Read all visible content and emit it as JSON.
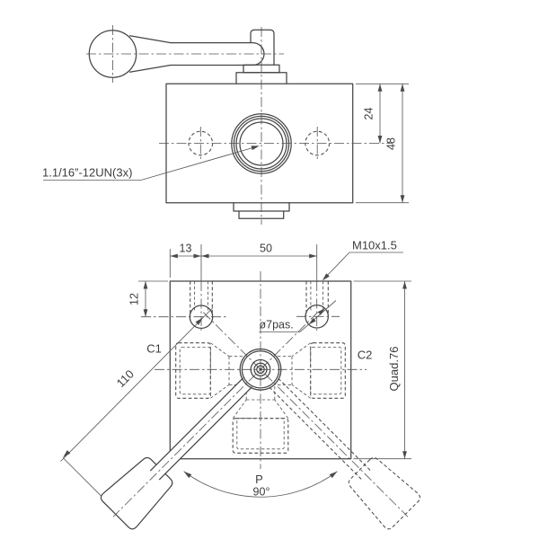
{
  "drawing": {
    "front_view": {
      "thread_callout": "1.1/16”-12UN(3x)",
      "dim_center_from_top": "24",
      "dim_height": "48"
    },
    "bottom_view": {
      "dim_hole_edge_offset": "13",
      "dim_hole_spacing": "50",
      "dim_hole_depth_offset": "12",
      "mount_thread_callout": "M10x1.5",
      "through_hole_callout": "ø7pas.",
      "port_left_label": "C1",
      "port_right_label": "C2",
      "port_bottom_label": "P",
      "dim_square": "Quad.76",
      "dim_lever_length": "110",
      "dim_swing_angle": "90°"
    },
    "colors": {
      "line": "#454545",
      "background": "#ffffff"
    }
  }
}
